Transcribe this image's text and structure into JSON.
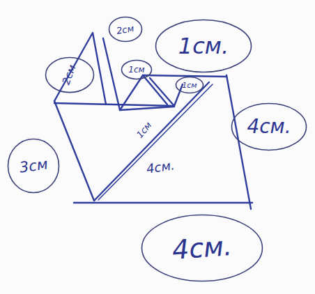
{
  "diagram": {
    "nodes": [
      {
        "text": [
          "2см"
        ]
      },
      {
        "text": [
          "2см"
        ]
      },
      {
        "text": [
          "1см."
        ]
      },
      {
        "text": [
          "1см"
        ]
      },
      {
        "text": [
          "1см"
        ]
      },
      {
        "text": [
          "4см."
        ]
      },
      {
        "text": [
          "3см"
        ]
      },
      {
        "text": [
          "4см."
        ]
      }
    ],
    "labels": [
      "1см",
      "4см."
    ]
  }
}
